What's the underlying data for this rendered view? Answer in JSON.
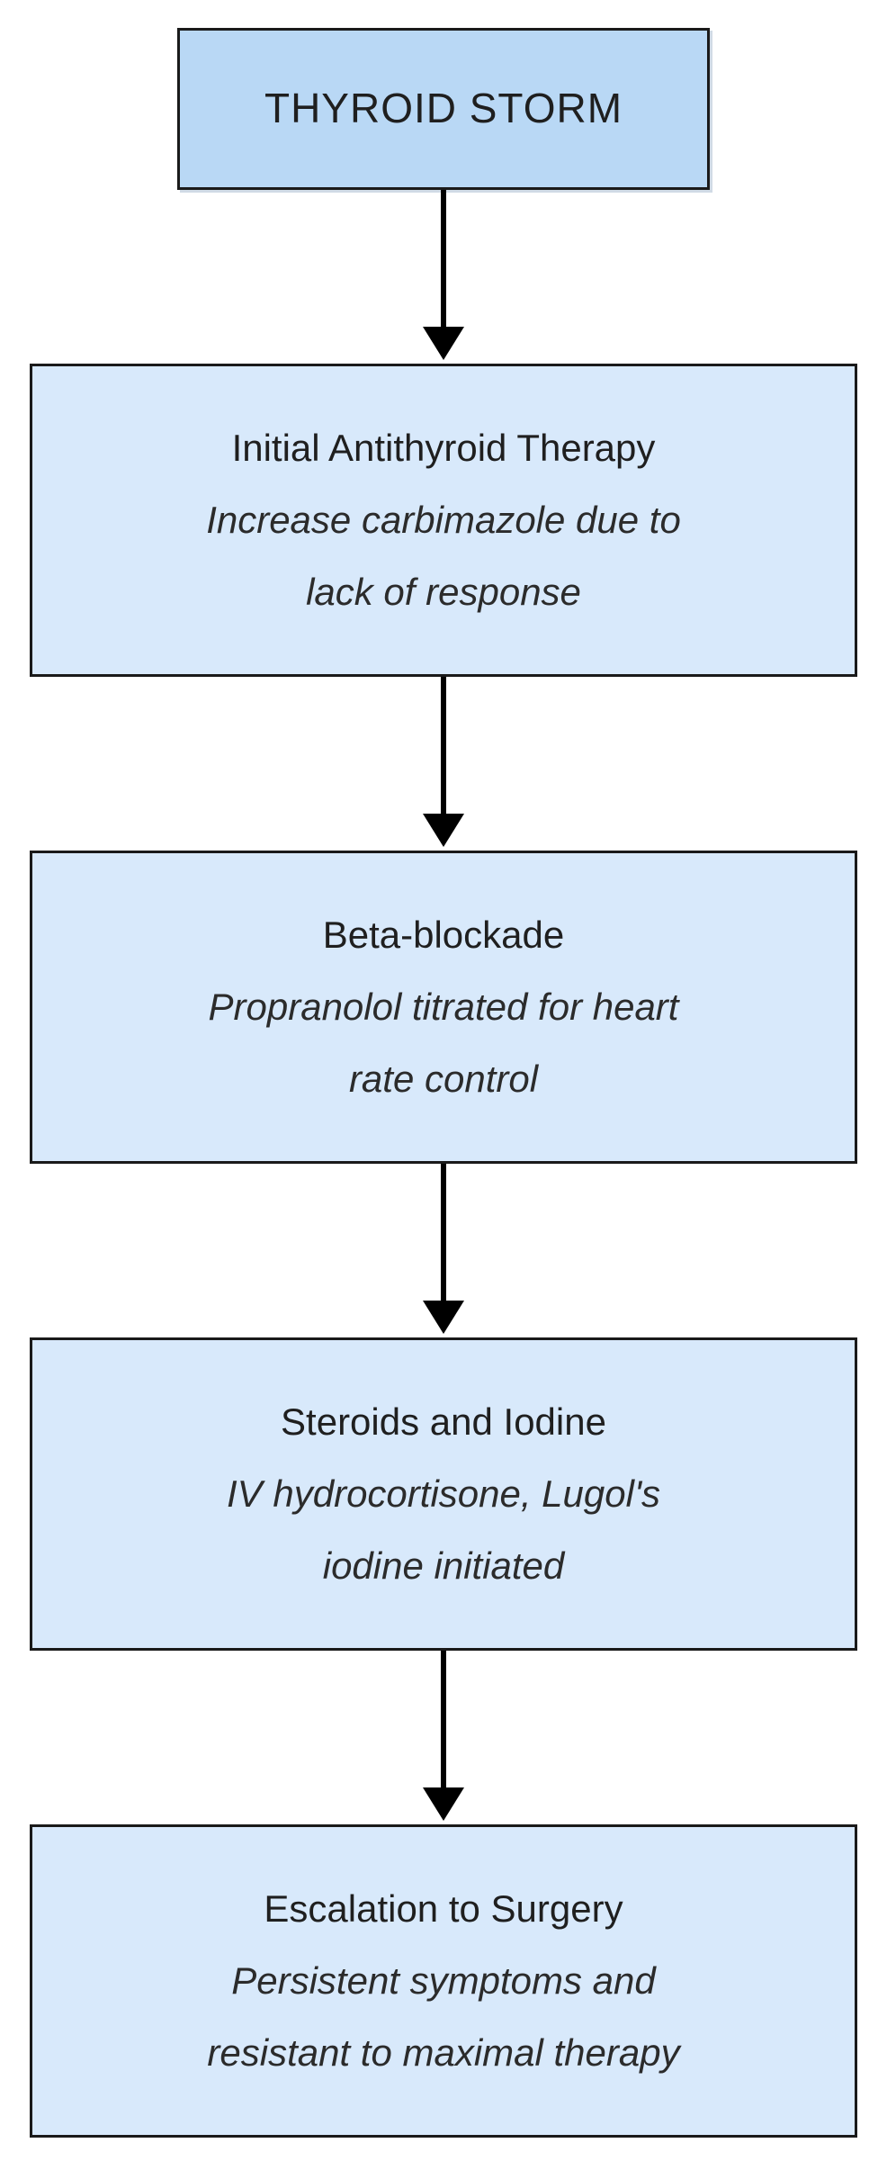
{
  "diagram": {
    "type": "flowchart",
    "direction": "top-down",
    "header": {
      "label": "THYROID STORM"
    },
    "nodes": [
      {
        "title": "Initial Antithyroid Therapy",
        "subtitle": "Increase carbimazole due to\nlack of response"
      },
      {
        "title": "Beta-blockade",
        "subtitle": "Propranolol titrated for heart\nrate control"
      },
      {
        "title": "Steroids and Iodine",
        "subtitle": "IV hydrocortisone, Lugol's\niodine initiated"
      },
      {
        "title": "Escalation to Surgery",
        "subtitle": "Persistent symptoms and\nresistant to maximal therapy"
      }
    ],
    "colors": {
      "header_fill": "#b9d8f5",
      "node_fill": "#d8e9fb",
      "border": "#1a1a1a",
      "arrow": "#000000"
    }
  }
}
